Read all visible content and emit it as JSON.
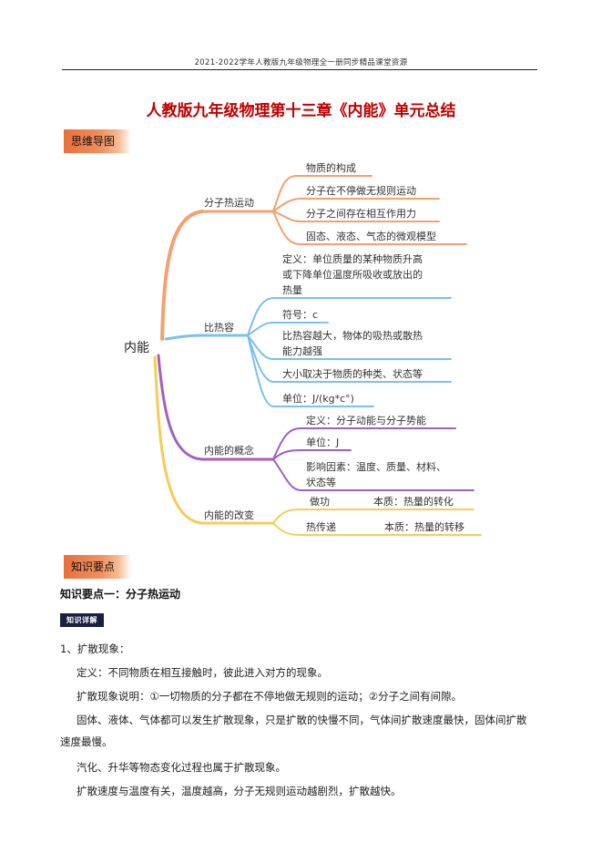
{
  "header": {
    "text": "2021-2022学年人教版九年级物理全一册同步精品课堂资源"
  },
  "title": "人教版九年级物理第十三章《内能》单元总结",
  "section1_label": "思维导图",
  "section2_label": "知识要点",
  "colors": {
    "orange": "#f4a070",
    "blue": "#7cc0ec",
    "purple": "#a060c0",
    "yellow": "#f6cc58",
    "title_red": "#c00000"
  },
  "mindmap": {
    "root": "内能",
    "branch1": {
      "label": "分子热运动",
      "items": [
        "物质的构成",
        "分子在不停做无规则运动",
        "分子之间存在相互作用力",
        "固态、液态、气态的微观模型"
      ]
    },
    "branch2": {
      "label": "比热容",
      "def_lines": [
        "定义：单位质量的某种物质升高",
        "或下降单位温度所吸收或放出的",
        "热量"
      ],
      "symbol": "符号：c",
      "big_lines": [
        "比热容越大，物体的吸热或散热",
        "能力越强"
      ],
      "depends": "大小取决于物质的种类、状态等",
      "unit": "单位：J/(kg*c°)"
    },
    "branch3": {
      "label": "内能的概念",
      "def": "定义：分子动能与分子势能",
      "unit": "单位：J",
      "factors_lines": [
        "影响因素：温度、质量、材料、",
        "状态等"
      ]
    },
    "branch4": {
      "label": "内能的改变",
      "work": "做功",
      "work_nature": "本质：热量的转化",
      "heat": "热传递",
      "heat_nature": "本质：热量的转移"
    }
  },
  "section_heading": "知识要点一：分子热运动",
  "badge": "知识详解",
  "paragraphs": [
    "1、扩散现象：",
    "定义：不同物质在相互接触时，彼此进入对方的现象。",
    "扩散现象说明：①一切物质的分子都在不停地做无规则的运动；②分子之间有间隙。",
    "固体、液体、气体都可以发生扩散现象，只是扩散的快慢不同，气体间扩散速度最快，固体间扩散",
    "速度最慢。",
    "汽化、升华等物态变化过程也属于扩散现象。",
    "扩散速度与温度有关，温度越高，分子无规则运动越剧烈，扩散越快。"
  ]
}
